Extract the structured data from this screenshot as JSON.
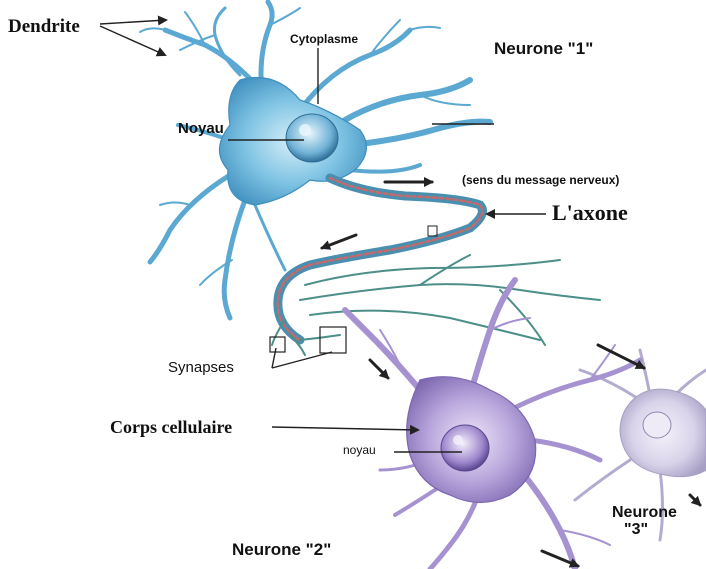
{
  "labels": {
    "dendrite": "Dendrite",
    "cytoplasme": "Cytoplasme",
    "neurone1": "Neurone \"1\"",
    "noyau": "Noyau",
    "sens": "(sens du message nerveux)",
    "axone": "L'axone",
    "synapses": "Synapses",
    "corps_cellulaire": "Corps cellulaire",
    "noyau2": "noyau",
    "neurone2": "Neurone \"2\"",
    "neurone3_line1": "Neurone",
    "neurone3_line2": "\"3\""
  },
  "colors": {
    "neurone1_body": "#7ec3e3",
    "neurone1_dark": "#3f8fbf",
    "neurone2_body": "#b9a6dc",
    "neurone2_dark": "#7d67b0",
    "neurone3_body": "#d9d3ea",
    "axon_sheath": "#4a8fb0",
    "axon_core": "#c46a6a",
    "arrow": "#222222"
  },
  "icons": {
    "direction_arrows": "arrow-right-icon",
    "synapse_boxes": "square-outline-icon"
  }
}
